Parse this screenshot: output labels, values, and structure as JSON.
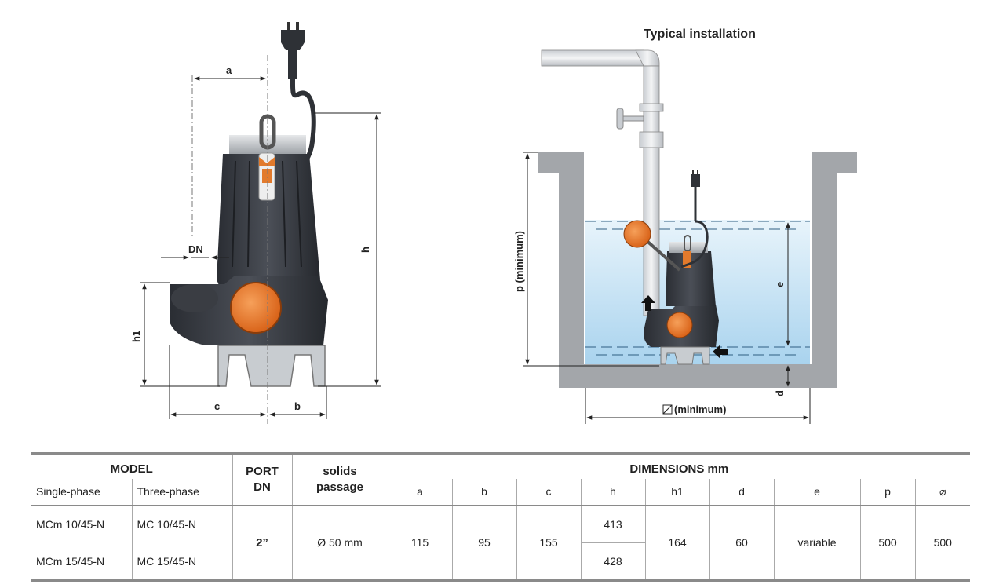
{
  "figure": {
    "installation_title": "Typical installation",
    "labels": {
      "a": "a",
      "dn": "DN",
      "h": "h",
      "h1": "h1",
      "c": "c",
      "b": "b",
      "p": "p  (minimum)",
      "e": "e",
      "d": "d",
      "diag": "(minimum)"
    }
  },
  "table": {
    "model_header": "MODEL",
    "single_phase": "Single-phase",
    "three_phase": "Three-phase",
    "port_header": "PORT",
    "port_sub": "DN",
    "solids_header": "solids",
    "solids_sub": "passage",
    "dimensions_header": "DIMENSIONS mm",
    "dim_cols": [
      "a",
      "b",
      "c",
      "h",
      "h1",
      "d",
      "e",
      "p"
    ],
    "diag_symbol": "⌀",
    "rows": [
      {
        "single": "MCm 10/45-N",
        "three": "MC 10/45-N",
        "h": "413"
      },
      {
        "single": "MCm 15/45-N",
        "three": "MC 15/45-N",
        "h": "428"
      }
    ],
    "port_value": "2”",
    "solids_value": "Ø 50 mm",
    "a": "115",
    "b": "95",
    "c": "155",
    "h1": "164",
    "d": "60",
    "e": "variable",
    "p": "500",
    "diag": "500"
  }
}
